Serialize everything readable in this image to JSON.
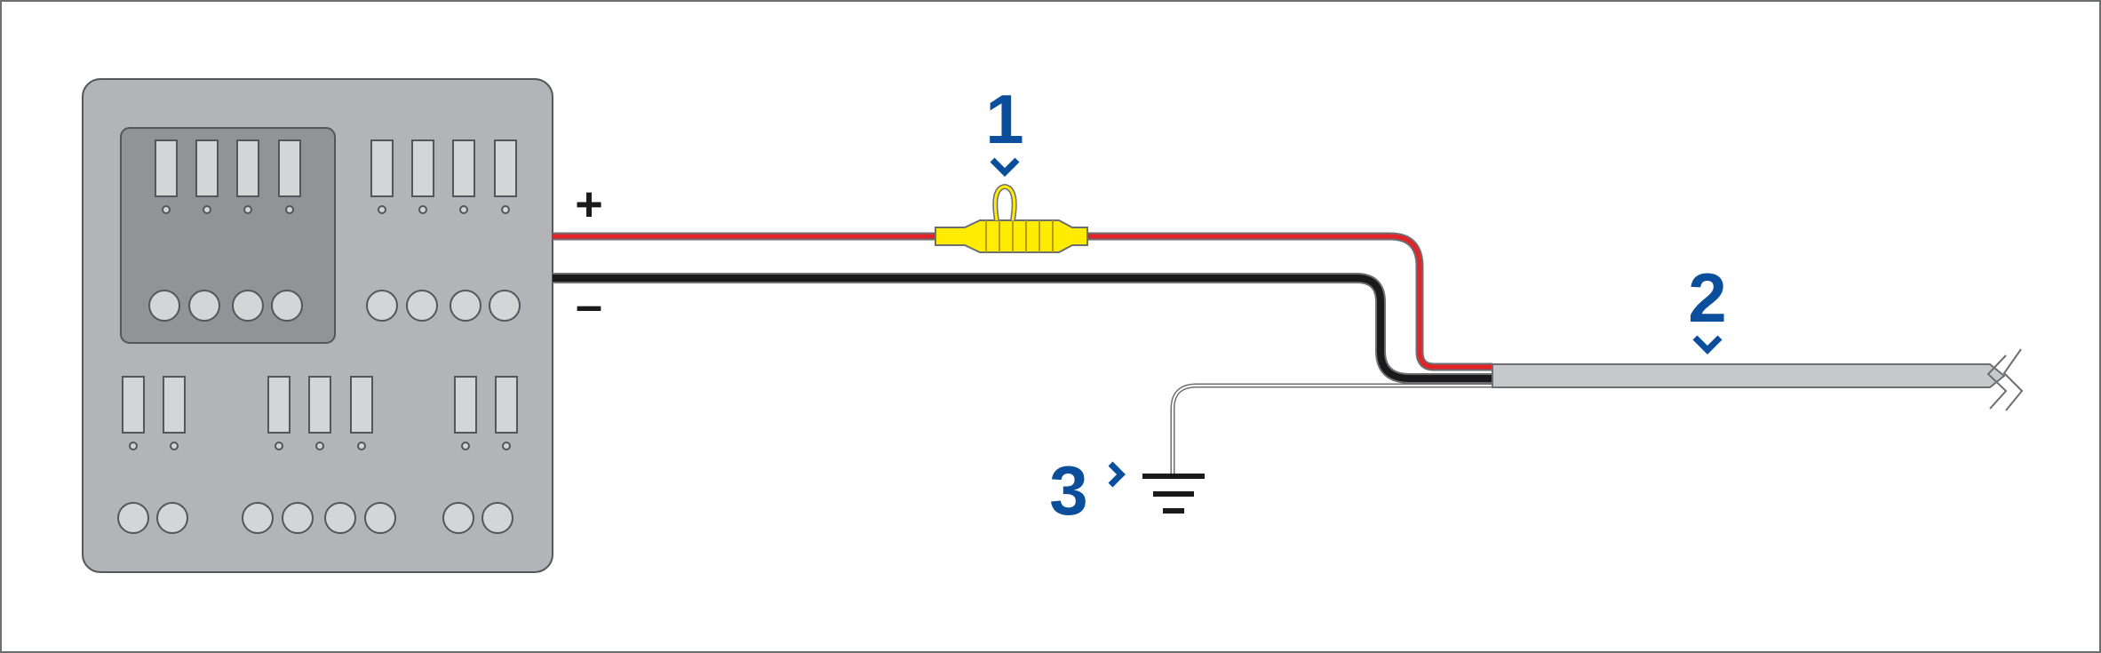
{
  "labels": {
    "fuse": "1",
    "cable": "2",
    "ground": "3",
    "positive": "+",
    "negative": "–"
  },
  "colors": {
    "accent_blue": "#0b4f9c",
    "panel_fill": "#b3b4b7",
    "panel_inner": "#929396",
    "red_wire": "#e2232a",
    "black_wire": "#1a1a1a",
    "fuse_yellow": "#ffec00",
    "cable_grey": "#c7c8ca"
  },
  "icons": {
    "fuse_callout": "chevron-down-icon",
    "cable_callout": "chevron-down-icon",
    "ground_callout": "chevron-right-icon",
    "ground_symbol": "ground-icon",
    "cable_break": "break-icon"
  }
}
